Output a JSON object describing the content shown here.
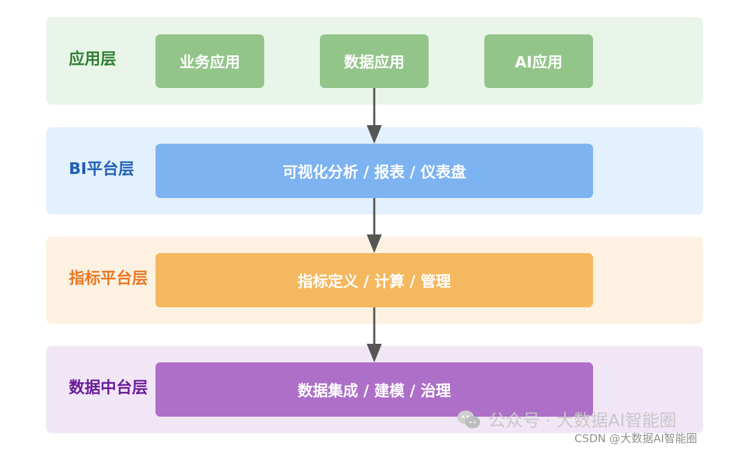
{
  "colors": {
    "app_layer_bg": "#e8f5e8",
    "app_label": "#2e7d32",
    "app_box": "#93c58a",
    "bi_layer_bg": "#e3f0fd",
    "bi_label": "#1f5fb4",
    "bi_box": "#7db3f1",
    "metric_layer_bg": "#fdf2e2",
    "metric_label": "#e87722",
    "metric_box": "#f4b860",
    "data_layer_bg": "#f1e6f6",
    "data_label": "#6a1b9a",
    "data_box": "#ad6fc8",
    "arrow": "#555555"
  },
  "layers": {
    "app": {
      "label": "应用层",
      "boxes": [
        "业务应用",
        "数据应用",
        "AI应用"
      ]
    },
    "bi": {
      "label": "BI平台层",
      "box": "可视化分析 / 报表 / 仪表盘"
    },
    "metric": {
      "label": "指标平台层",
      "box": "指标定义 / 计算 / 管理"
    },
    "data": {
      "label": "数据中台层",
      "box": "数据集成 / 建模 / 治理"
    }
  },
  "watermark": {
    "icon": "wechat-icon",
    "text": "公众号 · 大数据AI智能圈"
  },
  "csdn_credit": "CSDN @大数据AI智能圈"
}
